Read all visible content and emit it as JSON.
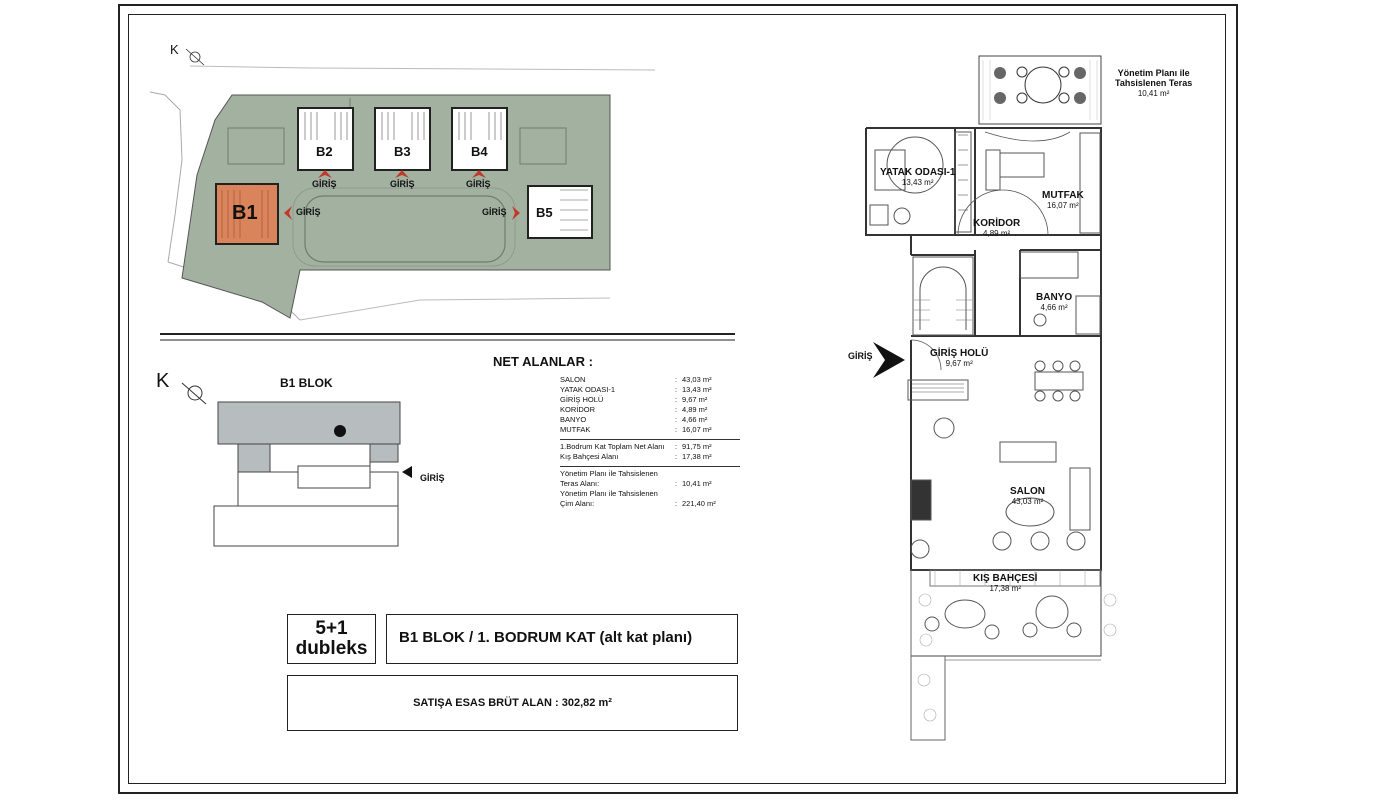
{
  "site_plan": {
    "north": "K",
    "blocks": [
      {
        "id": "b1",
        "label": "B1"
      },
      {
        "id": "b2",
        "label": "B2"
      },
      {
        "id": "b3",
        "label": "B3"
      },
      {
        "id": "b4",
        "label": "B4"
      },
      {
        "id": "b5",
        "label": "B5"
      }
    ],
    "entrances": [
      "GİRİŞ",
      "GİRİŞ",
      "GİRİŞ",
      "GİRİŞ",
      "GİRİŞ"
    ],
    "colors": {
      "ground": "#a3b1a1",
      "highlight": "#d9845a"
    }
  },
  "block_key": {
    "north": "K",
    "title": "B1 BLOK",
    "entrance": "GİRİŞ"
  },
  "net_areas": {
    "title": "NET ALANLAR :",
    "rooms": [
      {
        "name": "SALON",
        "value": "43,03 m²"
      },
      {
        "name": "YATAK ODASI-1",
        "value": "13,43 m²"
      },
      {
        "name": "GİRİŞ HOLÜ",
        "value": "9,67 m²"
      },
      {
        "name": "KORİDOR",
        "value": "4,89 m²"
      },
      {
        "name": "BANYO",
        "value": "4,66 m²"
      },
      {
        "name": "MUTFAK",
        "value": "16,07 m²"
      }
    ],
    "totals": [
      {
        "name": "1.Bodrum Kat Toplam Net Alanı",
        "value": "91,75 m²"
      },
      {
        "name": "Kış Bahçesi Alanı",
        "value": "17,38 m²"
      }
    ],
    "extras": [
      {
        "line1": "Yönetim Planı ile Tahsislenen",
        "line2": "Teras Alanı:",
        "value": "10,41 m²"
      },
      {
        "line1": "Yönetim Planı ile Tahsislenen",
        "line2": "Çim Alanı:",
        "value": "221,40 m²"
      }
    ],
    "colon": ":"
  },
  "unit_type": {
    "line1": "5+1",
    "line2": "dubleks"
  },
  "plan_title": "B1 BLOK / 1. BODRUM KAT (alt kat planı)",
  "gross_area": "SATIŞA ESAS BRÜT ALAN : 302,82 m²",
  "floor_plan": {
    "terrace": {
      "line1": "Yönetim Planı ile",
      "line2": "Tahsislenen Teras",
      "area": "10,41 m²"
    },
    "rooms": {
      "bedroom": {
        "name": "YATAK ODASI-1",
        "area": "13,43 m²"
      },
      "kitchen": {
        "name": "MUTFAK",
        "area": "16,07 m²"
      },
      "corridor": {
        "name": "KORİDOR",
        "area": "4,89 m²"
      },
      "bath": {
        "name": "BANYO",
        "area": "4,66 m²"
      },
      "hall": {
        "name": "GİRİŞ HOLÜ",
        "area": "9,67 m²"
      },
      "salon": {
        "name": "SALON",
        "area": "43,03 m²"
      },
      "winter": {
        "name": "KIŞ BAHÇESİ",
        "area": "17,38 m²"
      }
    },
    "entrance": "GİRİŞ"
  }
}
